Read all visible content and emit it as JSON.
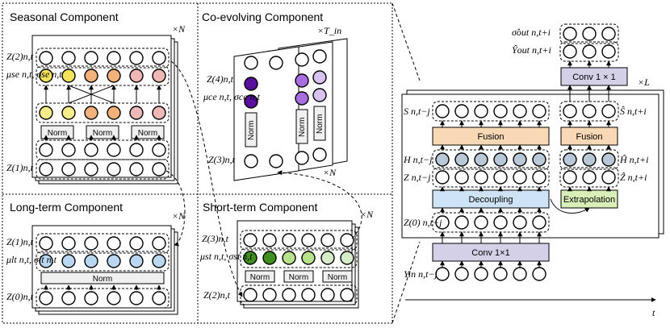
{
  "left_panel": {
    "seasonal": {
      "title": "Seasonal Component",
      "repeat": "×N",
      "z_top": "Z(2)n,t",
      "stats": "μse n,t, σse n,t",
      "z_bottom": "Z(1)n,t",
      "norm_label": "Norm",
      "stat_colors": [
        "#f2e25c",
        "#f2b27a",
        "#f0b7b7"
      ],
      "stat_colors_2": [
        "#f7ec8a",
        "#f2b27a",
        "#f0b7b7"
      ]
    },
    "coevolving": {
      "title": "Co-evolving Component",
      "repeat_top": "×T_in",
      "repeat_bottom": "×N",
      "z_top": "Z(4)n,t",
      "stats": "μce n,t, σce n,t",
      "z_bottom": "Z(3)n,t",
      "norm_label": "Norm",
      "stat_colors": [
        "#5a0f9e",
        "#a86ee0",
        "#d8c2f0"
      ]
    },
    "longterm": {
      "title": "Long-term Component",
      "repeat": "×N",
      "z_top": "Z(1)n,t",
      "stats": "μlt n,t, σlt n,t",
      "z_bottom": "Z(0)n,t",
      "norm_label": "Norm",
      "stat_color": "#b9d7f0"
    },
    "shortterm": {
      "title": "Short-term Component",
      "repeat": "×N",
      "z_top": "Z(3)n,t",
      "stats": "μst n,t, σst n,t",
      "z_bottom": "Z(2)n,t",
      "norm_label": "Norm",
      "stat_colors": [
        "#3f8f1c",
        "#b9e08a",
        "#d6ecc8"
      ]
    }
  },
  "right_panel": {
    "repeat": "×L",
    "time_axis": "t",
    "out_sigma": "σ̂out n,t+i",
    "out_y": "Ŷout n,t+i",
    "conv_top": "Conv 1 × 1",
    "conv_bottom": "Conv 1×1",
    "fusion_left": "Fusion",
    "fusion_right": "Fusion",
    "decoupling": "Decoupling",
    "extrapolation": "Extrapolation",
    "s_left": "S n,t−j",
    "s_right": "Ŝ n,t+i",
    "h_left": "H n,t−j",
    "z_left": "Z n,t−j",
    "h_right": "Ĥ n,t+i",
    "z_right": "Ẑ n,t+i",
    "z0_left": "Z(0) n,t−j",
    "y_in": "Yin n,t−j",
    "colors": {
      "fusion": "#f9d9b5",
      "decoupling": "#cfe3f7",
      "extrapolation": "#d9efb8",
      "conv": "#d3d0e8",
      "hidden": "#b9c8d6"
    }
  }
}
